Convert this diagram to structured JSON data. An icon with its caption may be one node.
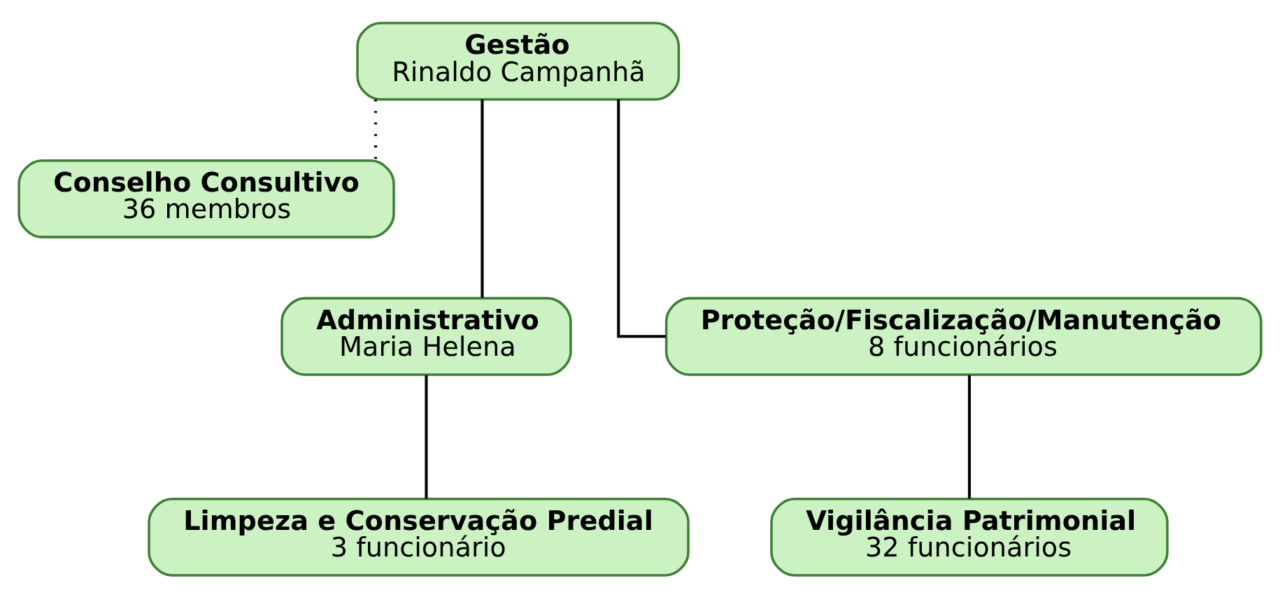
{
  "diagram": {
    "nodes": [
      {
        "text": [
          "Gestão",
          "Rinaldo Campanhã"
        ]
      },
      {
        "text": [
          "Conselho Consultivo",
          "36 membros"
        ]
      },
      {
        "text": [
          "Administrativo",
          "Maria Helena"
        ]
      },
      {
        "text": [
          "Proteção/Fiscalização/Manutenção",
          "8 funcionários"
        ]
      },
      {
        "text": [
          "Limpeza e Conservação Predial",
          "3 funcionário"
        ]
      },
      {
        "text": [
          "Vigilância Patrimonial",
          "32 funcionários"
        ]
      }
    ],
    "edges": [
      {
        "from": 0,
        "to": 1,
        "arrow": "none",
        "style": "dashed"
      },
      {
        "from": 0,
        "to": 2,
        "arrow": "none"
      },
      {
        "from": 0,
        "to": 3,
        "arrow": "none"
      },
      {
        "from": 2,
        "to": 4,
        "arrow": "none"
      },
      {
        "from": 3,
        "to": 5,
        "arrow": "none"
      }
    ]
  }
}
